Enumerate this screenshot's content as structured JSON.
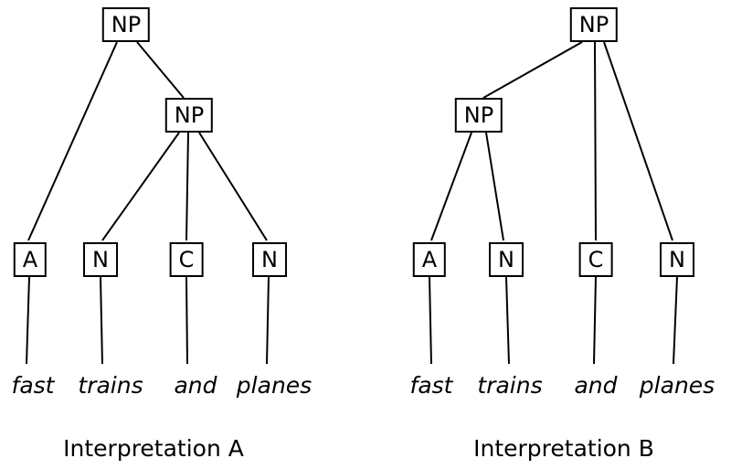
{
  "trees": [
    {
      "caption": "Interpretation A",
      "root_label": "NP",
      "sub_label": "NP",
      "leaves": [
        "A",
        "N",
        "C",
        "N"
      ],
      "words": [
        "fast",
        "trains",
        "and",
        "planes"
      ]
    },
    {
      "caption": "Interpretation B",
      "root_label": "NP",
      "sub_label": "NP",
      "leaves": [
        "A",
        "N",
        "C",
        "N"
      ],
      "words": [
        "fast",
        "trains",
        "and",
        "planes"
      ]
    }
  ]
}
